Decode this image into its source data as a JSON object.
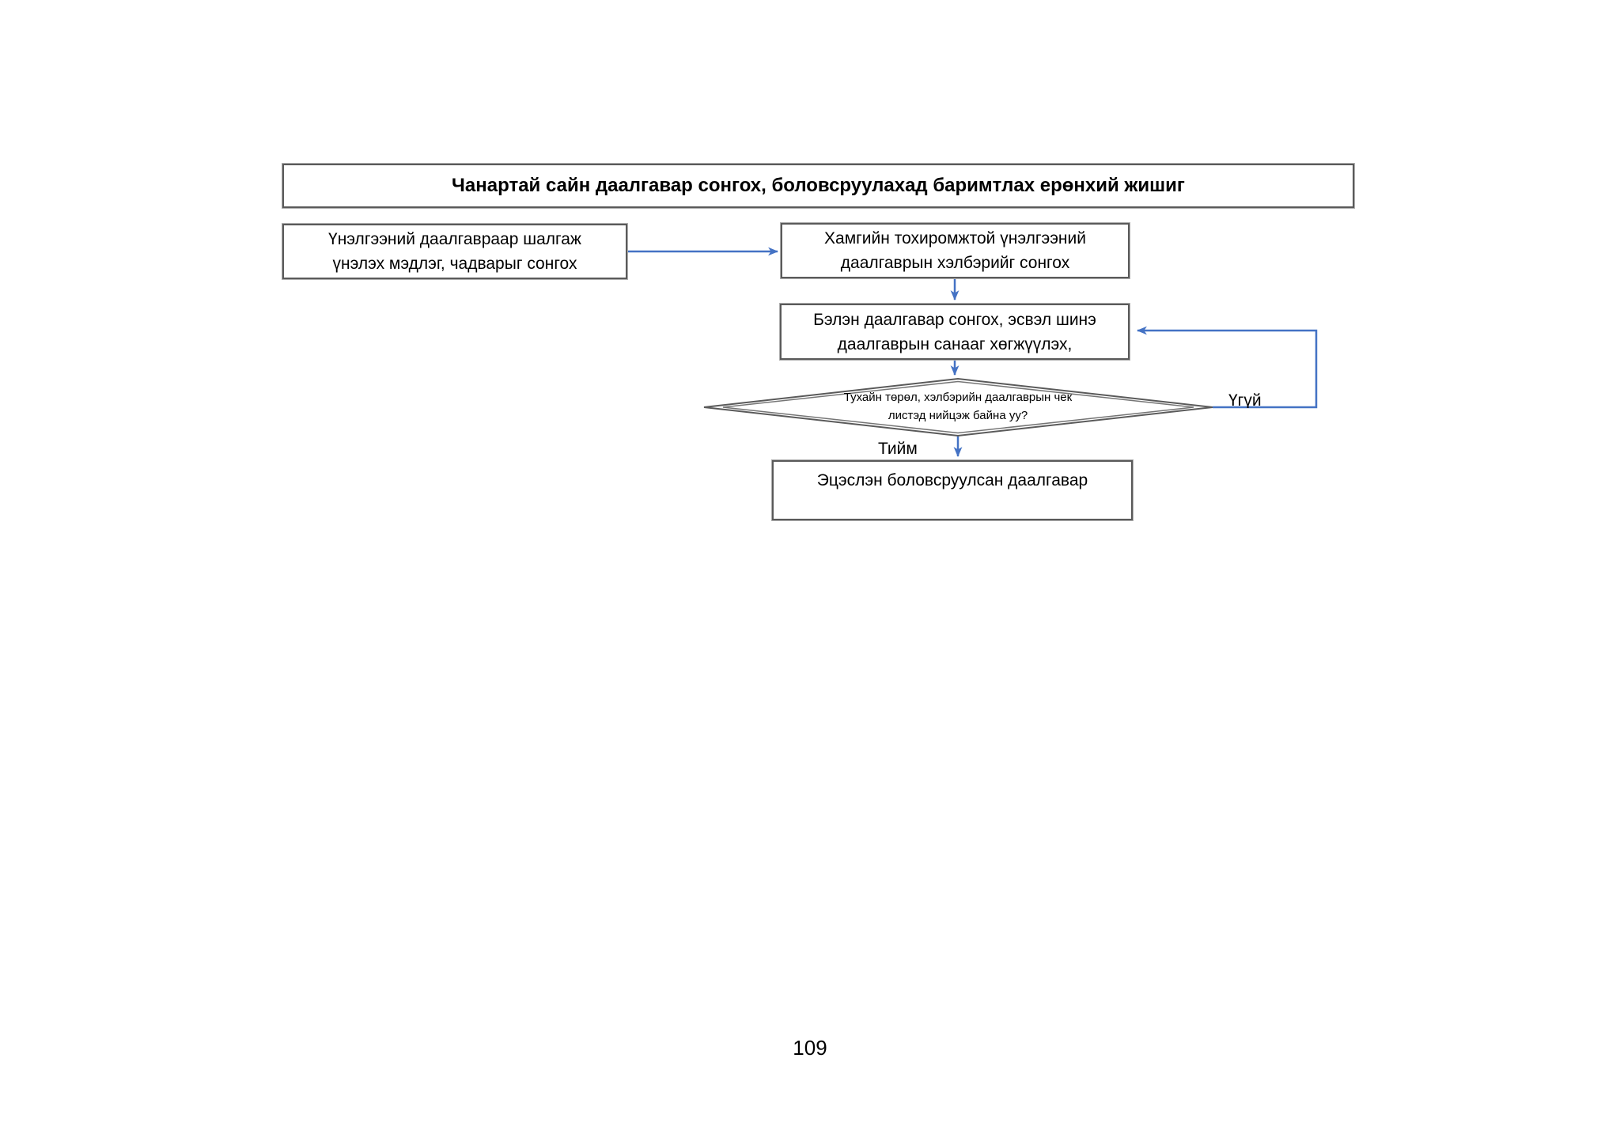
{
  "page": {
    "number": "109"
  },
  "flowchart": {
    "title": "Чанартай сайн даалгавар сонгох, боловсруулахад баримтлах ерөнхий жишиг",
    "steps": {
      "select_knowledge": {
        "line1": "Үнэлгээний даалгавраар шалгаж",
        "line2": "үнэлэх мэдлэг, чадварыг сонгох"
      },
      "select_format": {
        "line1": "Хамгийн тохиромжтой үнэлгээний",
        "line2": "даалгаврын хэлбэрийг сонгох"
      },
      "develop_task": {
        "line1": "Бэлэн даалгавар сонгох, эсвэл шинэ",
        "line2": "даалгаврын санааг хөгжүүлэх,"
      },
      "final_task": {
        "label": "Эцэслэн боловсруулсан даалгавар"
      }
    },
    "decision": {
      "line1": "Тухайн төрөл, хэлбэрийн даалгаврын чек",
      "line2": "листэд нийцэж байна уу?"
    },
    "branch_labels": {
      "yes": "Тийм",
      "no": "Үгүй"
    },
    "colors": {
      "connector": "#4472C4",
      "border": "#5a5a5a"
    }
  }
}
